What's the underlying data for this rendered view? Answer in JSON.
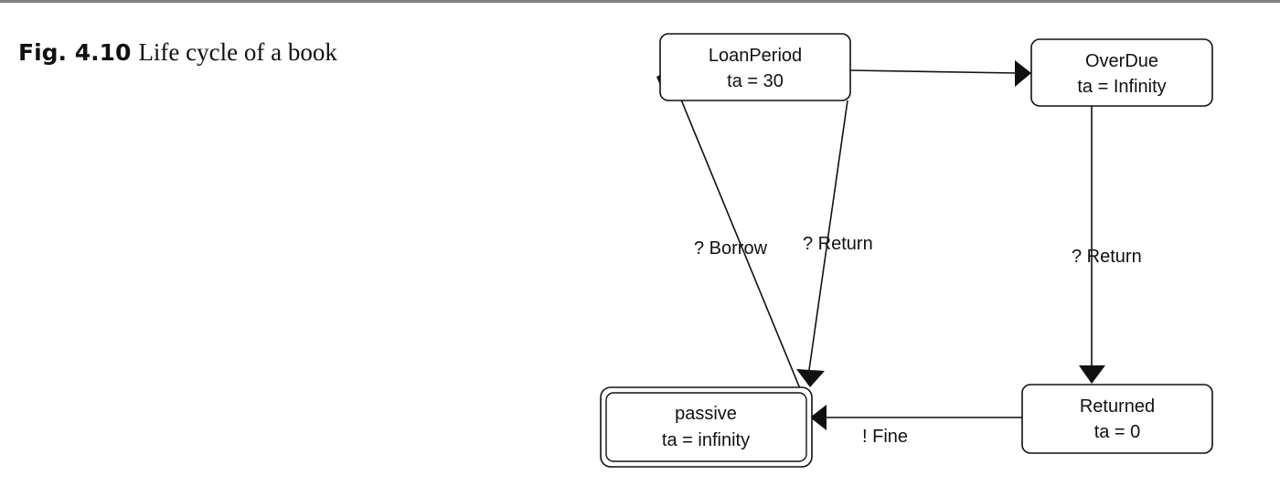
{
  "figure": {
    "label": "Fig. 4.10",
    "caption": "Life cycle of a book"
  },
  "states": {
    "loan_period": {
      "name": "LoanPeriod",
      "ta": "ta = 30"
    },
    "overdue": {
      "name": "OverDue",
      "ta": "ta = Infinity"
    },
    "returned": {
      "name": "Returned",
      "ta": "ta = 0"
    },
    "passive": {
      "name": "passive",
      "ta": "ta = infinity"
    }
  },
  "transitions": {
    "borrow": "? Borrow",
    "return_loan": "? Return",
    "return_overdue": "? Return",
    "fine": "! Fine"
  },
  "colors": {
    "ink": "#111111",
    "rule": "#808080",
    "background": "#ffffff"
  }
}
